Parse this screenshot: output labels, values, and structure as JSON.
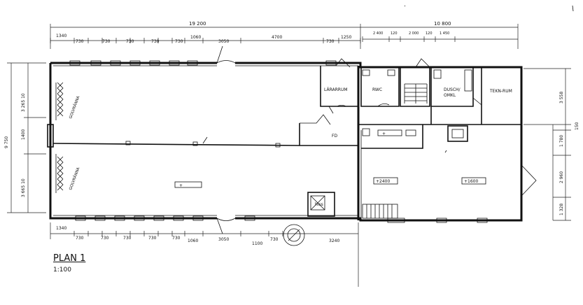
{
  "plan": {
    "title": "PLAN 1",
    "scale": "1:100",
    "rooms": {
      "lararrum": "LÄRARRUM",
      "rwc": "RWC",
      "dusch": "DUSCH/\nOMKL",
      "tekn": "TEKN-RUM",
      "fd": "FD",
      "hiss": "hiss",
      "golvranna_top": "GOLVRÄNNA",
      "golvranna_bottom": "GOLVRÄNNA"
    },
    "levels": {
      "main": "+",
      "l2400": "+2400",
      "l1600": "+1600",
      "small": "+"
    },
    "dims_top": {
      "overall_left": "19 200",
      "overall_right": "10 800",
      "segments": [
        "1340",
        "730",
        "730",
        "730",
        "730",
        "730",
        "1060",
        "3050",
        "4700",
        "730",
        "1250"
      ],
      "right_segments": [
        "2 400",
        "120",
        "2 000",
        "120",
        "1 450"
      ]
    },
    "dims_bottom": {
      "segments": [
        "1340",
        "730",
        "730",
        "730",
        "730",
        "730",
        "1060",
        "3050",
        "1100",
        "730",
        "3240"
      ]
    },
    "dims_left": {
      "overall": "9 750",
      "segments": [
        "3 265 10",
        "1400",
        "3 665 10"
      ]
    },
    "dims_right": {
      "segments": [
        "3 558",
        "150",
        "1 780",
        "2 960",
        "1 328"
      ]
    }
  }
}
